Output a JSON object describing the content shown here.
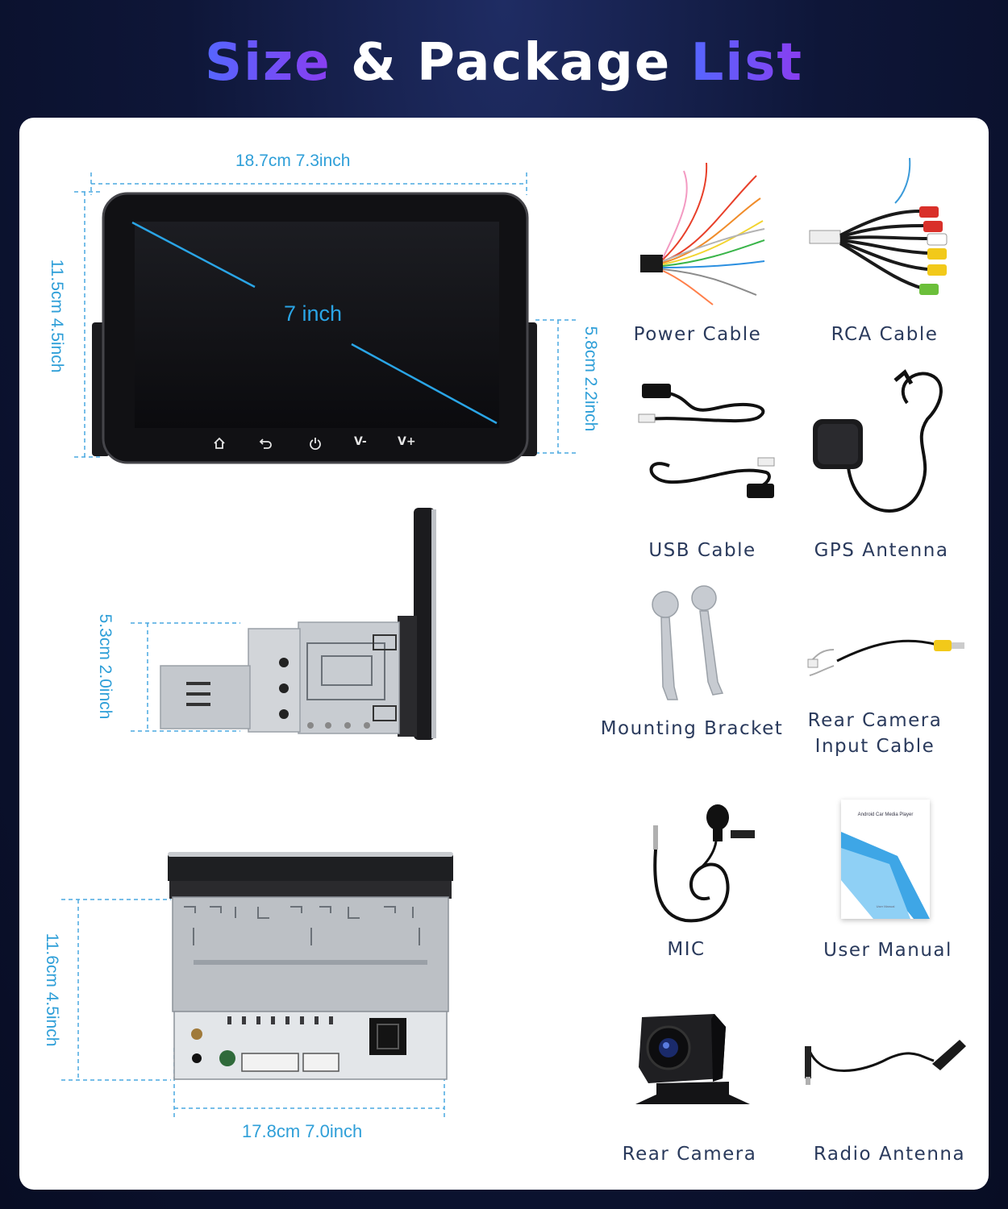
{
  "title": {
    "part1": "Size",
    "part2": "&",
    "part3": "Package",
    "part4": "List"
  },
  "colors": {
    "accent_blue": "#5566ff",
    "accent_purple": "#8a3df0",
    "dimension": "#2f9fd8",
    "label": "#2a3a5c"
  },
  "front_view": {
    "width": "18.7cm  7.3inch",
    "height": "11.5cm  4.5inch",
    "depth": "5.8cm  2.2inch",
    "screen_size": "7 inch",
    "buttons": [
      "home-icon",
      "back-icon",
      "power-icon",
      "V-",
      "V+"
    ]
  },
  "side_view": {
    "height": "5.3cm  2.0inch"
  },
  "top_view": {
    "height": "11.6cm  4.5inch",
    "width": "17.8cm  7.0inch"
  },
  "package": {
    "power_cable": "Power Cable",
    "rca_cable": "RCA Cable",
    "usb_cable": "USB Cable",
    "gps_antenna": "GPS Antenna",
    "mounting_bracket": "Mounting Bracket",
    "rear_camera_cable_1": "Rear Camera",
    "rear_camera_cable_2": "Input Cable",
    "mic": "MIC",
    "user_manual": "User Manual",
    "rear_camera": "Rear Camera",
    "radio_antenna": "Radio Antenna"
  },
  "manual_cover": {
    "heading": "Android Car Media Player",
    "sub": "User Manual"
  }
}
